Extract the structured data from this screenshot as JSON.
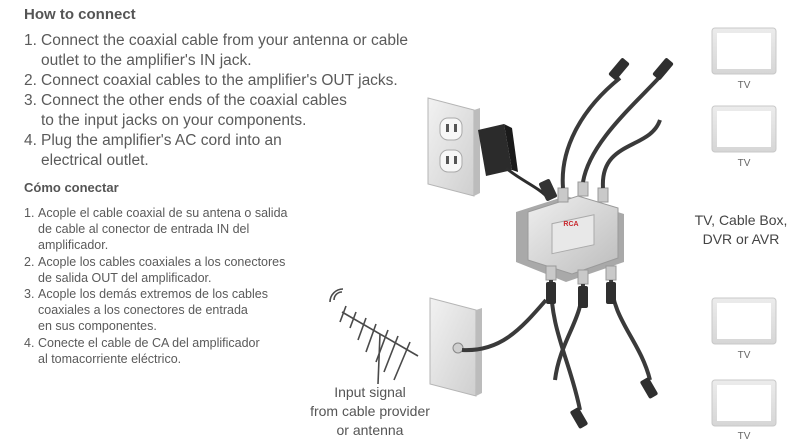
{
  "english": {
    "title": "How to connect",
    "steps": [
      {
        "num": "1.",
        "lines": [
          "Connect the coaxial cable from your antenna or cable",
          "outlet to the amplifier's IN jack."
        ]
      },
      {
        "num": "2.",
        "lines": [
          "Connect coaxial cables to the amplifier's OUT jacks."
        ]
      },
      {
        "num": "3.",
        "lines": [
          "Connect the other ends of the coaxial cables",
          "to the input jacks on your components."
        ]
      },
      {
        "num": "4.",
        "lines": [
          "Plug the amplifier's AC cord into an",
          "electrical outlet."
        ]
      }
    ]
  },
  "spanish": {
    "title": "Cómo conectar",
    "steps": [
      {
        "num": "1.",
        "lines": [
          "Acople el cable coaxial de su antena o salida",
          "de cable al conector de entrada IN del",
          "amplificador."
        ]
      },
      {
        "num": "2.",
        "lines": [
          "Acople los cables coaxiales a los conectores",
          "de salida OUT del amplificador."
        ]
      },
      {
        "num": "3.",
        "lines": [
          "Acople los demás extremos de los cables",
          "coaxiales a los conectores de entrada",
          "en sus componentes."
        ]
      },
      {
        "num": "4.",
        "lines": [
          "Conecte el cable de CA del amplificador",
          "al tomacorriente eléctrico."
        ]
      }
    ]
  },
  "tv_labels": [
    "TV",
    "TV",
    "TV",
    "TV"
  ],
  "destination_label": [
    "TV, Cable Box,",
    "DVR or AVR"
  ],
  "input_label": [
    "Input signal",
    "from cable provider",
    "or antenna"
  ],
  "amplifier_brand": "RCA",
  "colors": {
    "text": "#555555",
    "tv_frame": "#e2e2e2",
    "tv_screen": "#ffffff",
    "cable": "#3a3a3a",
    "amplifier_body": "#dcdcdc",
    "plate": "#e6e6e6",
    "rca_red": "#c8262c"
  }
}
